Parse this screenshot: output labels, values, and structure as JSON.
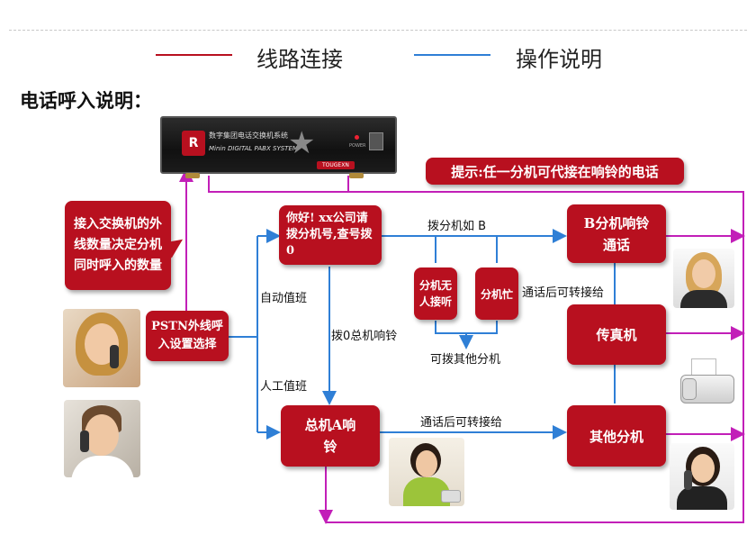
{
  "legend": {
    "line_connection": "线路连接",
    "operation_note": "操作说明",
    "red_color": "#b8101f",
    "blue_color": "#2f7fd6",
    "purple_color": "#c21fb8"
  },
  "title": "电话呼入说明：",
  "device": {
    "name_cn": "数字集团电话交换机系统",
    "name_en": "Minin DIGITAL PABX SYSTEM",
    "power_label": "POWER",
    "brand": "TOUGEXN"
  },
  "boxes": {
    "tip": "提示:任一分机可代接在响铃的电话",
    "capacity": "接入交换机的外线数量决定分机同时呼入的数量",
    "pstn": "PSTN外线呼入设置选择",
    "greeting": "你好! xx公司请拨分机号,查号拨0",
    "ext_b": "B分机响铃通话",
    "no_answer": "分机无人接听",
    "busy": "分机忙",
    "fax": "传真机",
    "operator": "总机A响铃",
    "other_ext": "其他分机"
  },
  "labels": {
    "dial_ext_b": "拨分机如 B",
    "auto_attendant": "自动值班",
    "dial0": "拨0总机响铃",
    "manual": "人工值班",
    "transfer_after_call_1": "通话后可转接给",
    "transfer_after_call_2": "通话后可转接给",
    "dial_other": "可拨其他分机"
  },
  "icons": {
    "phone_woman": "woman-on-phone-photo",
    "phone_man": "man-on-phone-photo",
    "receptionist": "receptionist-photo",
    "fax_machine": "fax-machine-photo"
  }
}
